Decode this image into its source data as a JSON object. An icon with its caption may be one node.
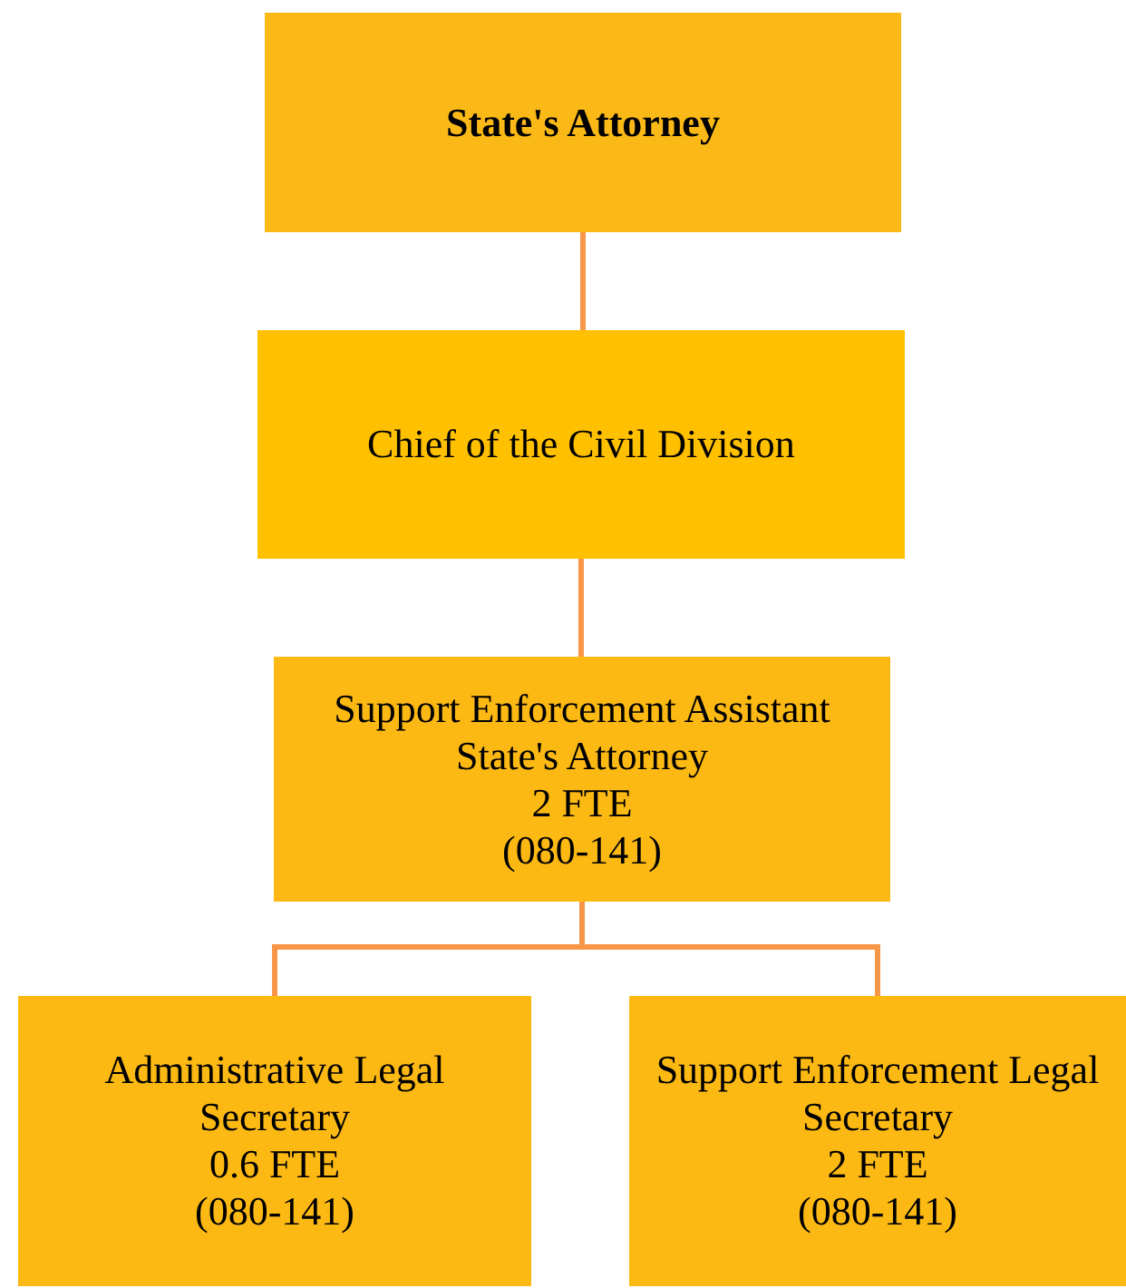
{
  "diagram": {
    "nodes": [
      {
        "text": [
          "State's Attorney"
        ]
      },
      {
        "text": [
          "Chief of the Civil Division"
        ]
      },
      {
        "text": [
          "Support Enforcement Assistant State's Attorney",
          "2 FTE",
          "(080-141)"
        ]
      },
      {
        "text": [
          "Administrative Legal Secretary",
          "0.6 FTE",
          "(080-141)"
        ]
      },
      {
        "text": [
          "Support Enforcement Legal Secretary",
          "2 FTE",
          "(080-141)"
        ]
      }
    ],
    "edges": [
      {
        "from": 0,
        "to": 1,
        "arrow": "none"
      },
      {
        "from": 1,
        "to": 2,
        "arrow": "none"
      },
      {
        "from": 2,
        "to": 3,
        "arrow": "none"
      },
      {
        "from": 2,
        "to": 4,
        "arrow": "none"
      }
    ]
  }
}
